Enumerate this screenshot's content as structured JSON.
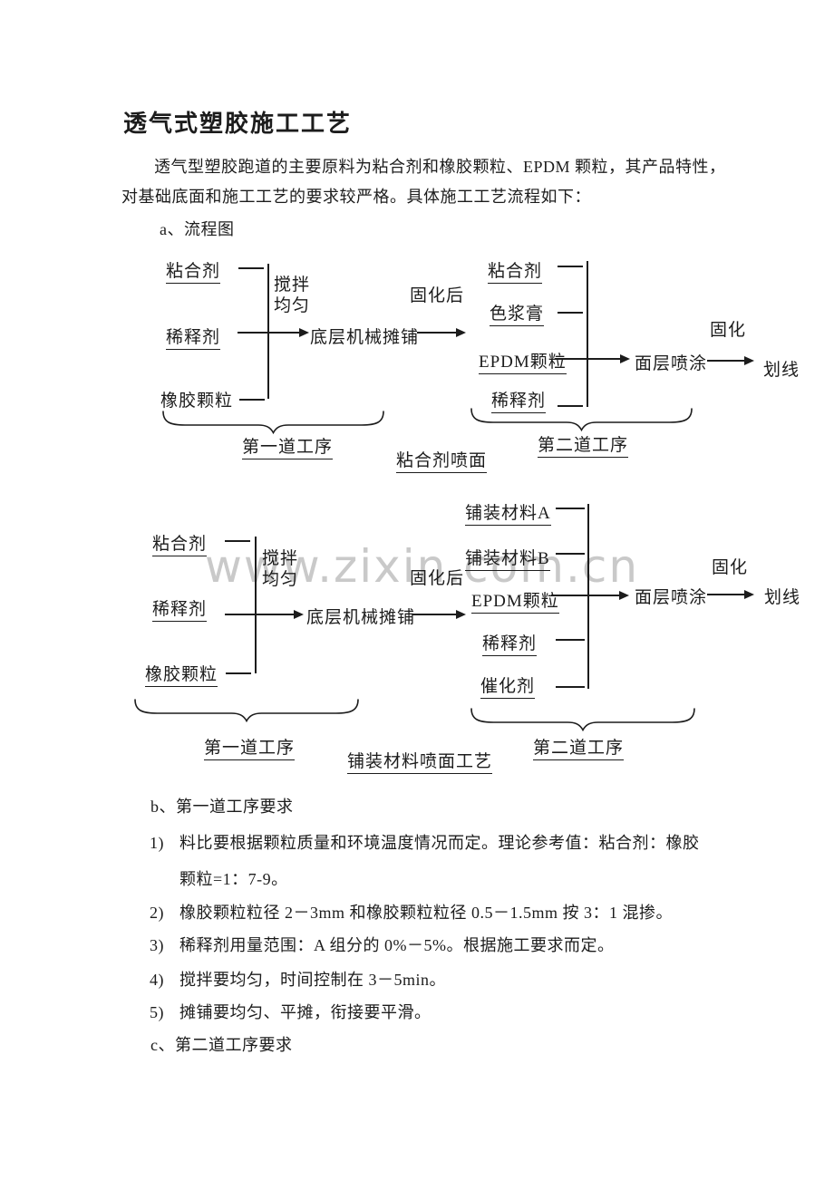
{
  "document": {
    "title": "透气式塑胶施工工艺",
    "intro": {
      "line1": "透气型塑胶跑道的主要原料为粘合剂和橡胶颗粒、EPDM 颗粒，其产品特性，",
      "line2": "对基础底面和施工工艺的要求较严格。具体施工工艺流程如下："
    },
    "section_a_heading": "a、流程图",
    "section_b_heading": "b、第一道工序要求",
    "section_c_heading": "c、第二道工序要求",
    "requirements": [
      {
        "num": "1)",
        "line1": "料比要根据颗粒质量和环境温度情况而定。理论参考值：粘合剂：橡胶",
        "line2": "颗粒=1：7-9。"
      },
      {
        "num": "2)",
        "line1": "橡胶颗粒粒径 2－3mm 和橡胶颗粒粒径 0.5－1.5mm 按 3：1 混掺。"
      },
      {
        "num": "3)",
        "line1": "稀释剂用量范围：A 组分的 0%－5%。根据施工要求而定。"
      },
      {
        "num": "4)",
        "line1": "搅拌要均匀，时间控制在 3－5min。"
      },
      {
        "num": "5)",
        "line1": "摊铺要均匀、平摊，衔接要平滑。"
      }
    ]
  },
  "watermark": "www.zixin.com.cn",
  "flowchart1": {
    "stage1_inputs": [
      "粘合剂",
      "稀释剂",
      "橡胶颗粒"
    ],
    "mix_line1": "搅拌",
    "mix_line2": "均匀",
    "process1": "底层机械摊铺",
    "after_cure_label": "固化后",
    "stage2_inputs": [
      "粘合剂",
      "色浆膏",
      "EPDM颗粒",
      "稀释剂"
    ],
    "process2": "面层喷涂",
    "cure_label": "固化",
    "final_step": "划线",
    "stage1_brace_label": "第一道工序",
    "stage2_brace_label": "第二道工序",
    "caption": "粘合剂喷面"
  },
  "flowchart2": {
    "stage1_inputs": [
      "粘合剂",
      "稀释剂",
      "橡胶颗粒"
    ],
    "mix_line1": "搅拌",
    "mix_line2": "均匀",
    "process1": "底层机械摊铺",
    "after_cure_label": "固化后",
    "stage2_inputs": [
      "铺装材料A",
      "铺装材料B",
      "EPDM颗粒",
      "稀释剂",
      "催化剂"
    ],
    "process2": "面层喷涂",
    "cure_label": "固化",
    "final_step": "划线",
    "stage1_brace_label": "第一道工序",
    "stage2_brace_label": "第二道工序",
    "caption": "铺装材料喷面工艺"
  }
}
